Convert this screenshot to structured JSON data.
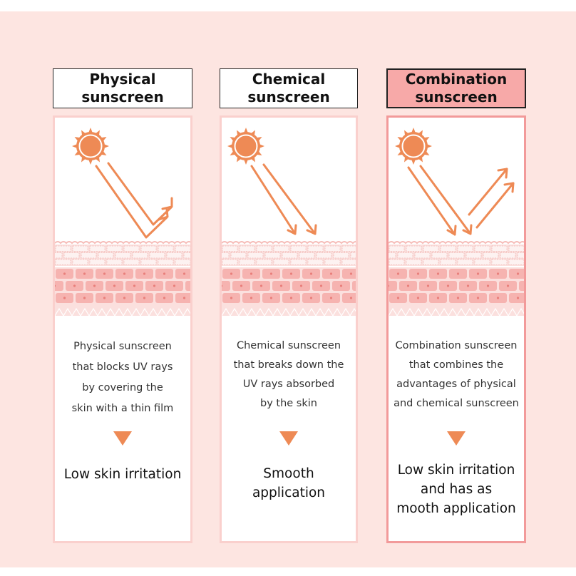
{
  "colors": {
    "background": "#fde5e1",
    "sun": "#ee8a55",
    "arrow": "#ee8a55",
    "skin_light": "#fbe0de",
    "skin_cells": "#f6b3b0",
    "highlight_header": "#f7a9a8"
  },
  "columns": [
    {
      "title": "Physical\nsunscreen",
      "icons": [
        "sun-icon",
        "skin-layer-icon"
      ],
      "description": "Physical sunscreen\nthat blocks UV rays\nby covering the\nskin with a thin film",
      "result": "Low skin irritation"
    },
    {
      "title": "Chemical\nsunscreen",
      "icons": [
        "sun-icon",
        "skin-layer-icon"
      ],
      "description": "Chemical sunscreen\nthat breaks down the\nUV rays absorbed\nby the skin",
      "result": "Smooth\napplication"
    },
    {
      "title": "Combination\nsunscreen",
      "icons": [
        "sun-icon",
        "skin-layer-icon"
      ],
      "description": "Combination sunscreen\nthat combines the\nadvantages of physical\nand chemical sunscreen",
      "result": "Low skin irritation\nand has as\nmooth application"
    }
  ]
}
